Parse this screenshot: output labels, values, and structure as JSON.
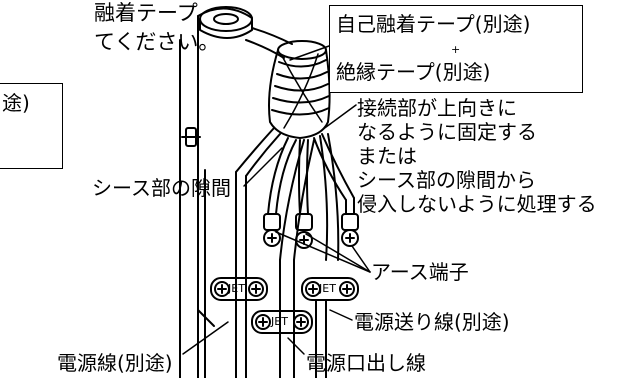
{
  "colors": {
    "line": "#000000",
    "background": "#ffffff"
  },
  "left_note": {
    "line1": "融着テープ",
    "line2": "てください。",
    "box_text": "途)"
  },
  "callout_tape": {
    "line1": "自己融着テープ(別途)",
    "plus": "+",
    "line2": "絶縁テープ(別途)"
  },
  "instruction": {
    "line1": "接続部が上向きに",
    "line2": "なるように固定する",
    "line3": "または",
    "line4": "シース部の隙間から",
    "line5": "侵入しないように処理する"
  },
  "labels": {
    "sheath_gap": "シース部の隙間",
    "earth_terminal": "アース端子",
    "power_feed_wire": "電源送り線(別途)",
    "power_wire": "電源線(別途)",
    "power_outlet_wire": "電源口出し線"
  },
  "clamp_mark": "JET"
}
